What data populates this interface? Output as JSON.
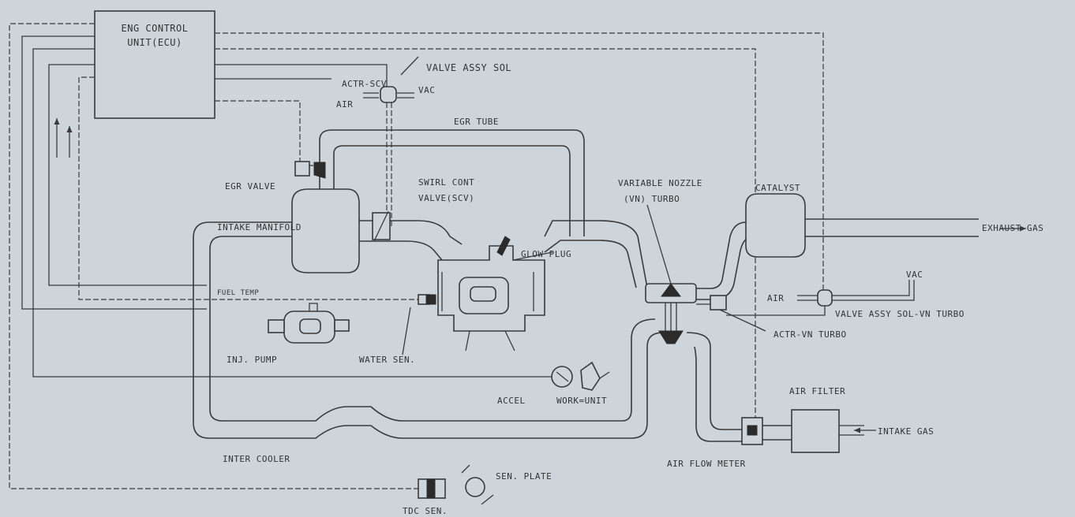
{
  "labels": {
    "ecu_line1": "ENG CONTROL",
    "ecu_line2": "UNIT(ECU)",
    "valve_assy_sol": "VALVE ASSY SOL",
    "actr_scv": "ACTR-SCV",
    "air_top": "AIR",
    "vac_top": "VAC",
    "egr_tube": "EGR TUBE",
    "egr_valve": "EGR VALVE",
    "swirl_line1": "SWIRL CONT",
    "swirl_line2": "VALVE(SCV)",
    "intake_manifold": "INTAKE MANIFOLD",
    "variable_nozzle_line1": "VARIABLE NOZZLE",
    "variable_nozzle_line2": "(VN) TURBO",
    "catalyst": "CATALYST",
    "exhaust_gas": "EXHAUST GAS",
    "glow_plug": "GLOW PLUG",
    "air_right": "AIR",
    "vac_right": "VAC",
    "valve_assy_sol_vn": "VALVE ASSY SOL-VN TURBO",
    "actr_vn": "ACTR-VN TURBO",
    "fuel_temp": "FUEL TEMP",
    "inj_pump": "INJ. PUMP",
    "water_sen": "WATER SEN.",
    "accel_line1": "ACCEL",
    "accel_line2": "WORK=UNIT",
    "air_filter": "AIR FILTER",
    "intake_gas": "INTAKE GAS",
    "inter_cooler": "INTER COOLER",
    "air_flow_meter": "AIR FLOW METER",
    "sen_plate": "SEN. PLATE",
    "tdc_sen": "TDC SEN."
  },
  "colors": {
    "background": "#cdd5db",
    "ink": "#3a3a3a"
  }
}
